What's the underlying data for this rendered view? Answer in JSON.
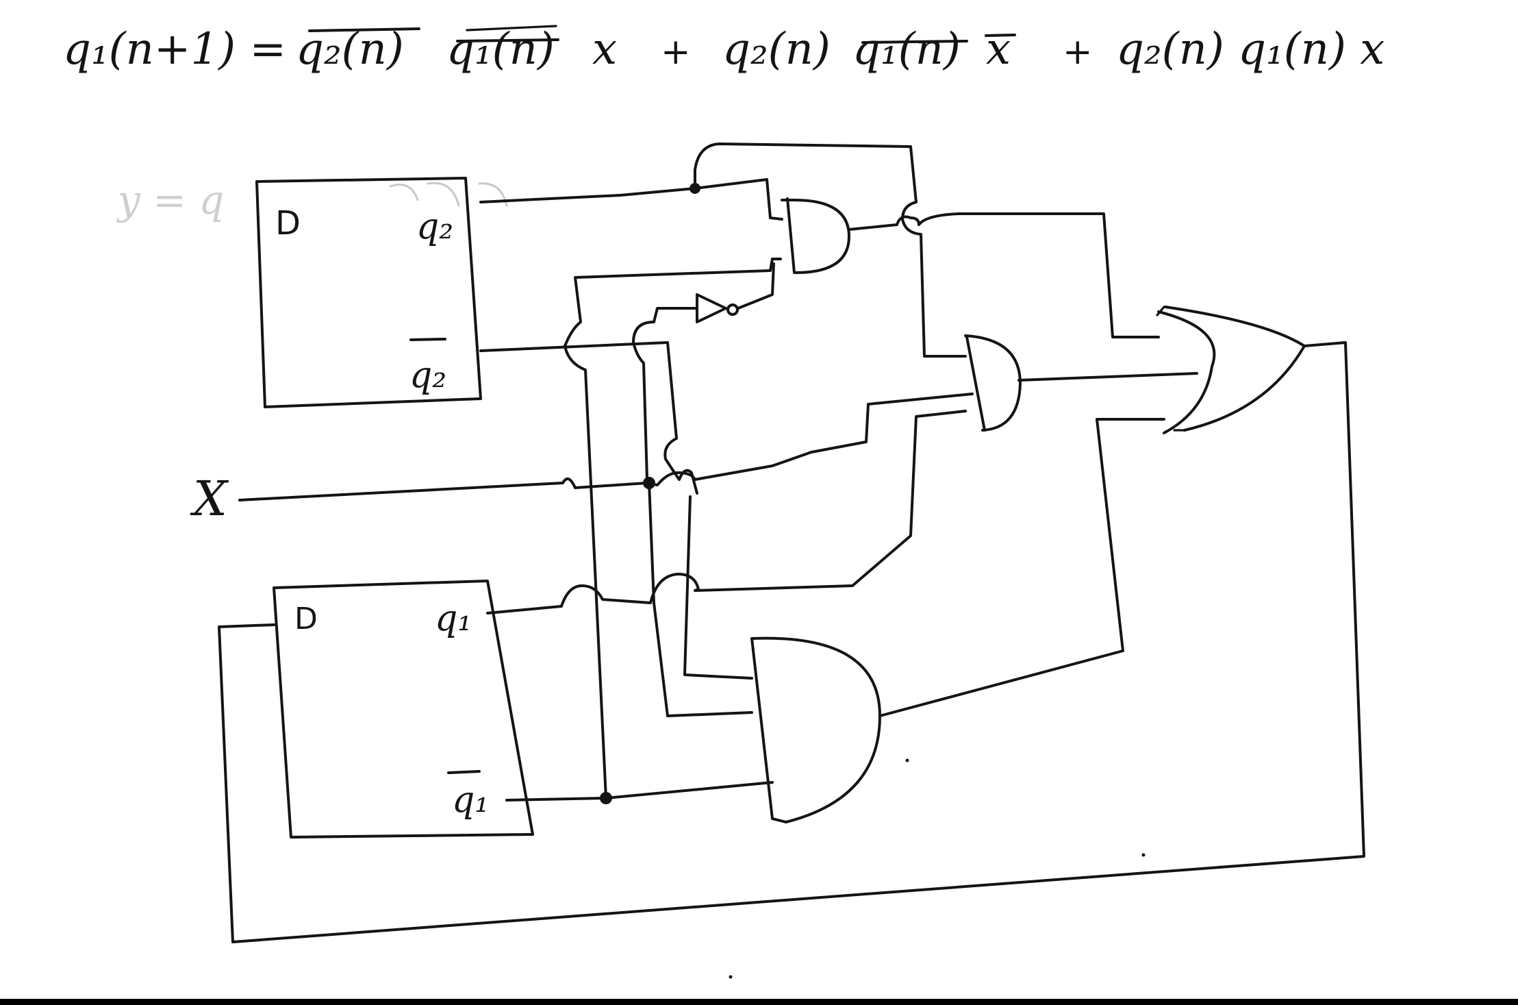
{
  "equation": {
    "lhs": "q₁(n+1) =",
    "term1_a": "q₂(n)",
    "term1_b": "q₁(n)",
    "term1_c": "x",
    "plus1": "+",
    "term2_a": "q₂(n)",
    "term2_b": "q₁(n)",
    "term2_c": "x",
    "plus2": "+",
    "term3": "q₂(n) q₁(n) x"
  },
  "faint_note": "y = q",
  "flipflop_top": {
    "d_label": "D",
    "q_label": "q₂",
    "qbar_label": "q₂"
  },
  "flipflop_bottom": {
    "d_label": "D",
    "q_label": "q₁",
    "qbar_label": "q₁"
  },
  "input_label": "X",
  "colors": {
    "ink": "#141414",
    "paper": "#ffffff",
    "edge": "#000000"
  }
}
